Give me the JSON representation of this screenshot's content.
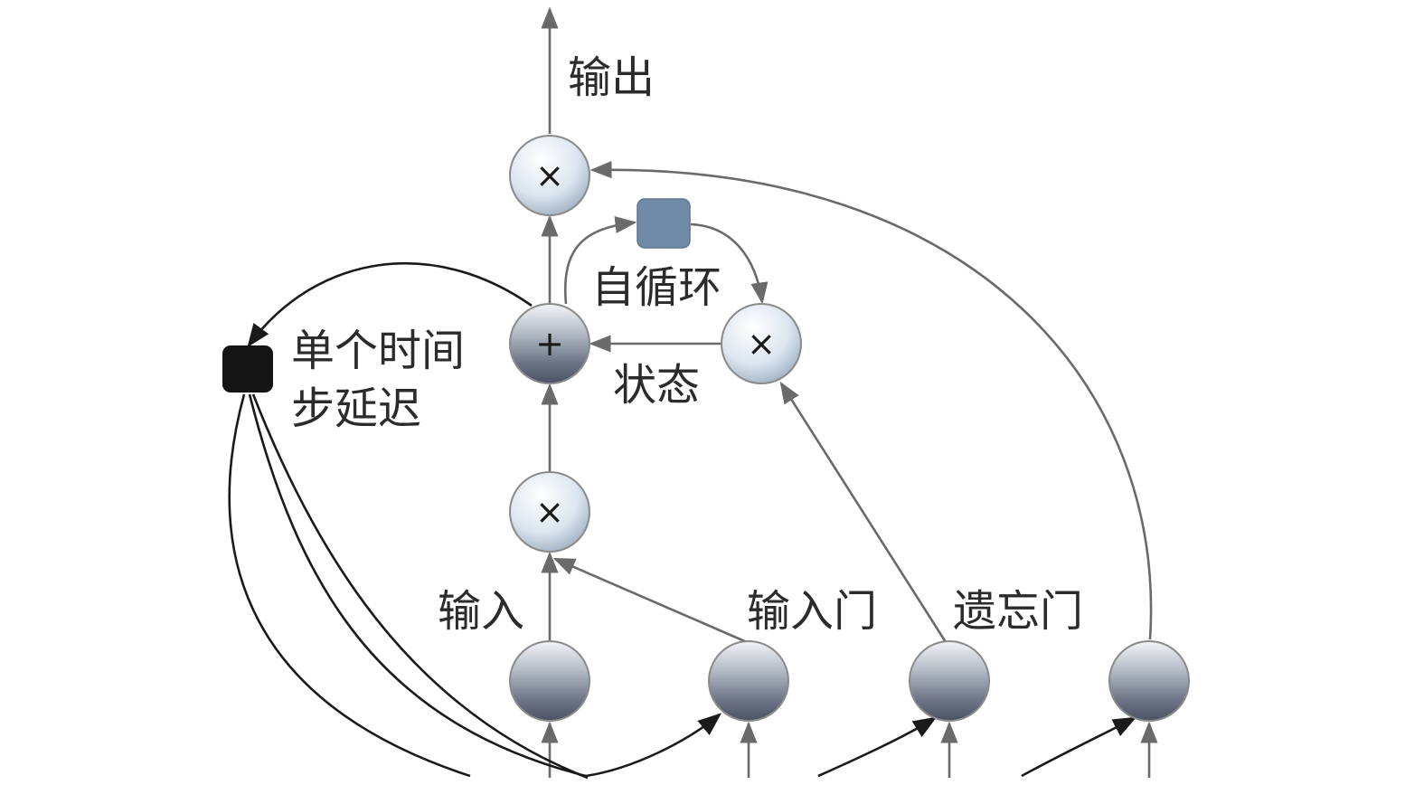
{
  "labels": {
    "output": "输出",
    "self_loop": "自循环",
    "state": "状态",
    "delay_line1": "单个时间",
    "delay_line2": "步延迟",
    "input": "输入",
    "input_gate": "输入门",
    "forget_gate": "遗忘门"
  },
  "operators": {
    "output_multiply": "×",
    "state_sum": "+",
    "forget_multiply": "×",
    "input_multiply": "×"
  },
  "colors": {
    "gray_arrow": "#6a6a6a",
    "dark_arrow": "#1a1a1a",
    "self_loop_square": "#6f8ba8",
    "delay_square": "#141414",
    "light_node": "#dce6f0",
    "dark_node": "#5e6677"
  }
}
